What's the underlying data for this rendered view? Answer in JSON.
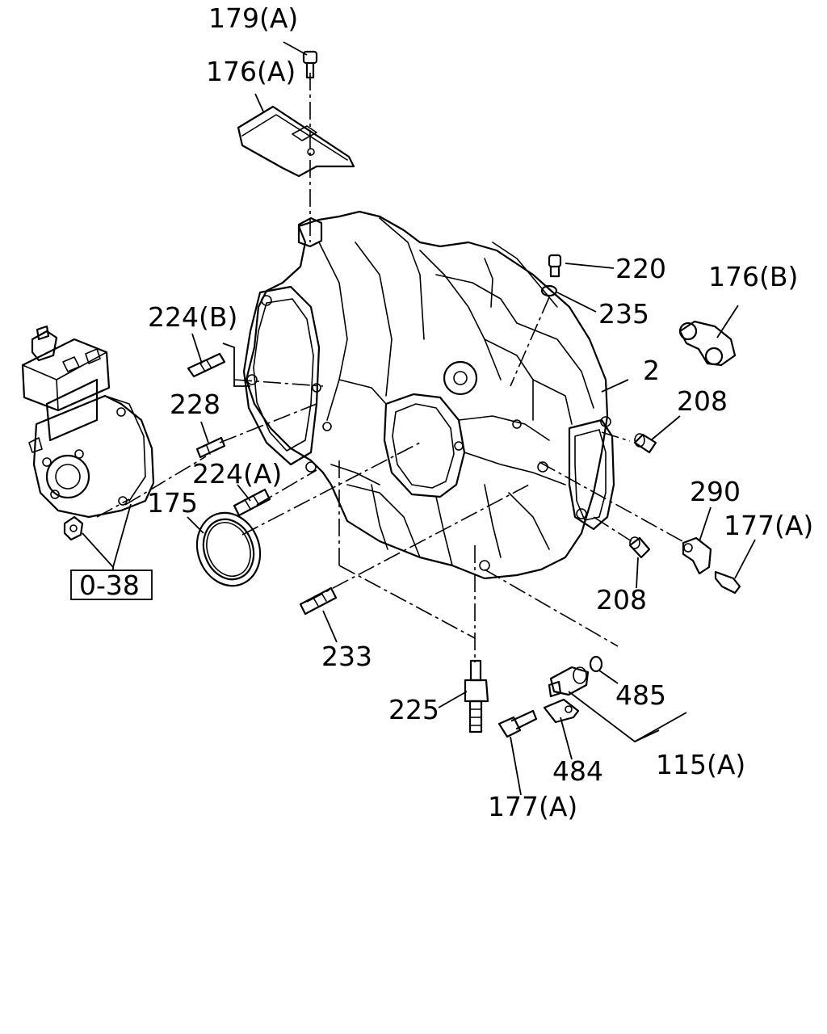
{
  "callouts": {
    "c179A": "179(A)",
    "c176A": "176(A)",
    "c220": "220",
    "c176B": "176(B)",
    "c235": "235",
    "c224B": "224(B)",
    "c2": "2",
    "c228": "228",
    "c208top": "208",
    "c224A": "224(A)",
    "c175": "175",
    "c290": "290",
    "c177Aright": "177(A)",
    "c208bottom": "208",
    "c038": "0-38",
    "c233": "233",
    "c485": "485",
    "c225": "225",
    "c115A": "115(A)",
    "c484": "484",
    "c177Abottom": "177(A)"
  }
}
